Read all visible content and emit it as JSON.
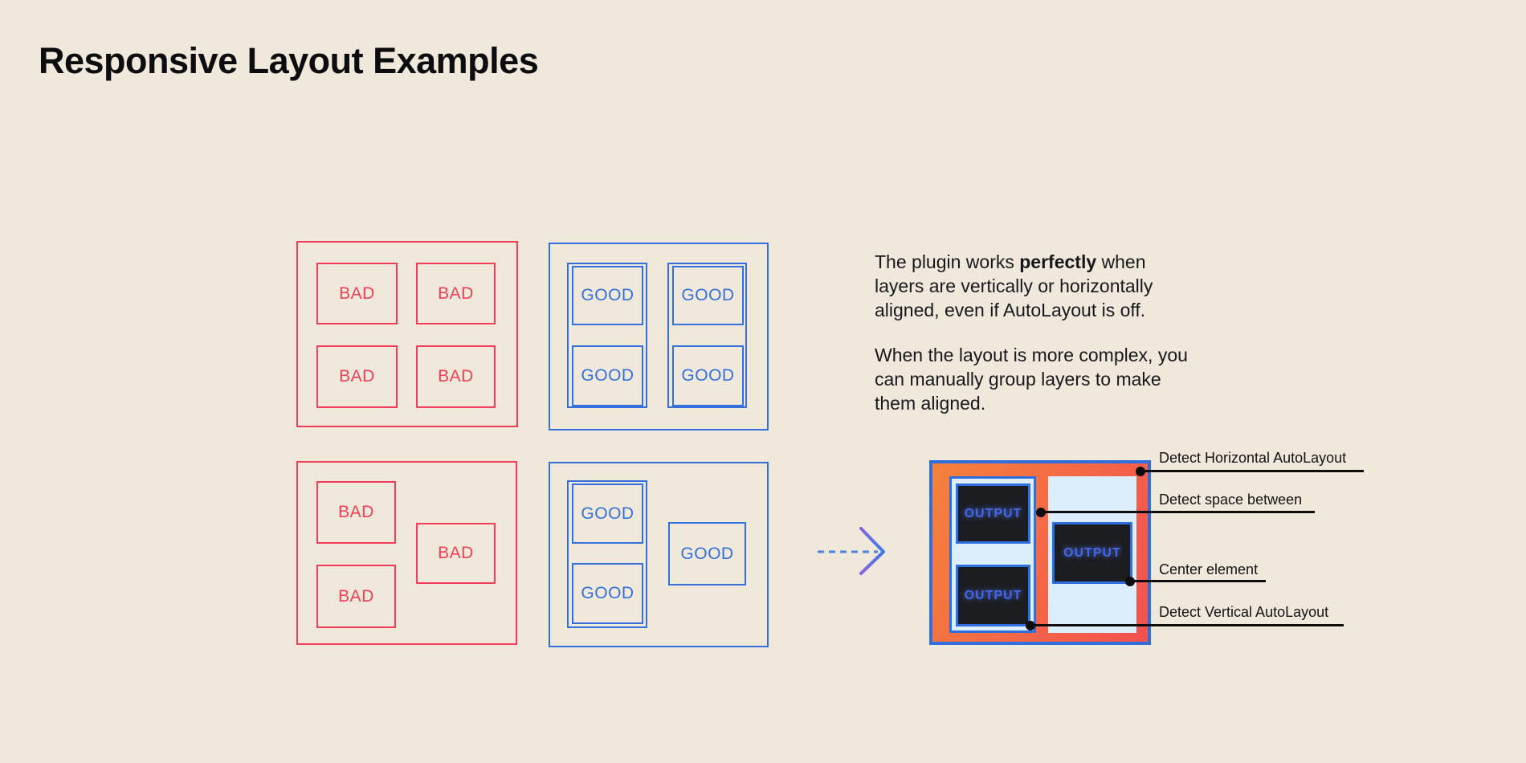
{
  "title": "Responsive Layout Examples",
  "colors": {
    "background": "#F0E9DB",
    "red": "#F03E56",
    "blue": "#3370DC",
    "blue_strong": "#2E6FE0",
    "text": "#17171C",
    "orange_start": "#F5813C",
    "orange_end": "#F2514F",
    "light_blue": "#DCEDFC",
    "dark_panel": "#1C1D21",
    "output_text": "#4566E8",
    "annotation_line": "#0D0D0D"
  },
  "examples": {
    "bad_aligned": {
      "cells": [
        "BAD",
        "BAD",
        "BAD",
        "BAD"
      ]
    },
    "good_aligned": {
      "cells": [
        "GOOD",
        "GOOD",
        "GOOD",
        "GOOD"
      ]
    },
    "bad_complex": {
      "cells": [
        "BAD",
        "BAD",
        "BAD"
      ]
    },
    "good_complex": {
      "cells": [
        "GOOD",
        "GOOD",
        "GOOD"
      ]
    }
  },
  "description": {
    "para1": {
      "line1_pre": "The plugin works ",
      "line1_bold": "perfectly",
      "line1_post": " when",
      "line2": "layers are vertically or horizontally",
      "line3": "aligned, even if AutoLayout is off."
    },
    "para2": {
      "line1": "When the layout is more complex, you",
      "line2": "can manually group layers to make",
      "line3": "them aligned."
    }
  },
  "output_panel": {
    "cells": [
      "OUTPUT",
      "OUTPUT",
      "OUTPUT"
    ]
  },
  "annotations": [
    {
      "label": "Detect Horizontal AutoLayout"
    },
    {
      "label": "Detect space between"
    },
    {
      "label": "Center element"
    },
    {
      "label": "Detect Vertical AutoLayout"
    }
  ]
}
